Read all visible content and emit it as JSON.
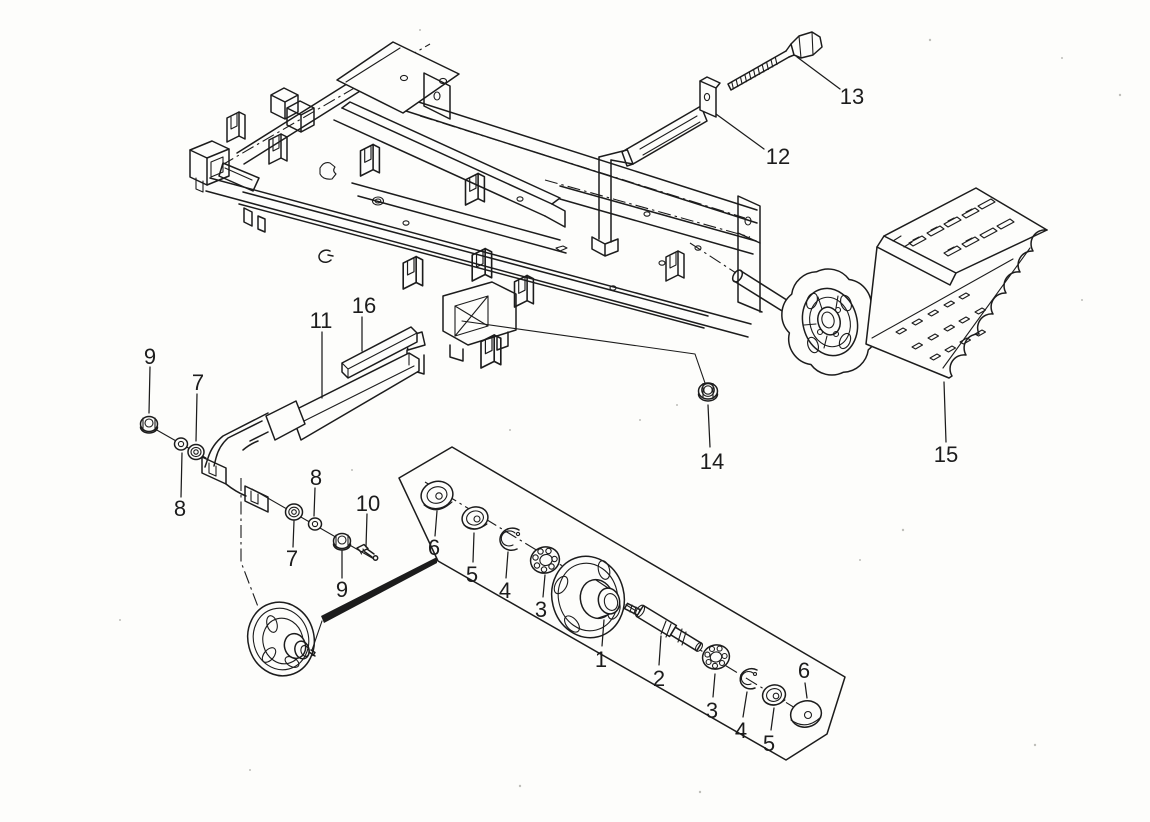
{
  "diagram": {
    "kind": "exploded parts diagram",
    "paper_color": "#fdfdfb",
    "ink_color": "#1c1c1c",
    "callout_numbers": [
      "1",
      "2",
      "3",
      "4",
      "5",
      "6",
      "7",
      "8",
      "9",
      "10",
      "11",
      "12",
      "13",
      "14",
      "15",
      "16"
    ]
  },
  "labels": [
    {
      "text": "9"
    },
    {
      "text": "7"
    },
    {
      "text": "8"
    },
    {
      "text": "11"
    },
    {
      "text": "16"
    },
    {
      "text": "8"
    },
    {
      "text": "10"
    },
    {
      "text": "7"
    },
    {
      "text": "9"
    },
    {
      "text": "12"
    },
    {
      "text": "13"
    },
    {
      "text": "14"
    },
    {
      "text": "15"
    },
    {
      "text": "6"
    },
    {
      "text": "5"
    },
    {
      "text": "4"
    },
    {
      "text": "3"
    },
    {
      "text": "1"
    },
    {
      "text": "2"
    },
    {
      "text": "3"
    },
    {
      "text": "4"
    },
    {
      "text": "5"
    },
    {
      "text": "6"
    }
  ]
}
